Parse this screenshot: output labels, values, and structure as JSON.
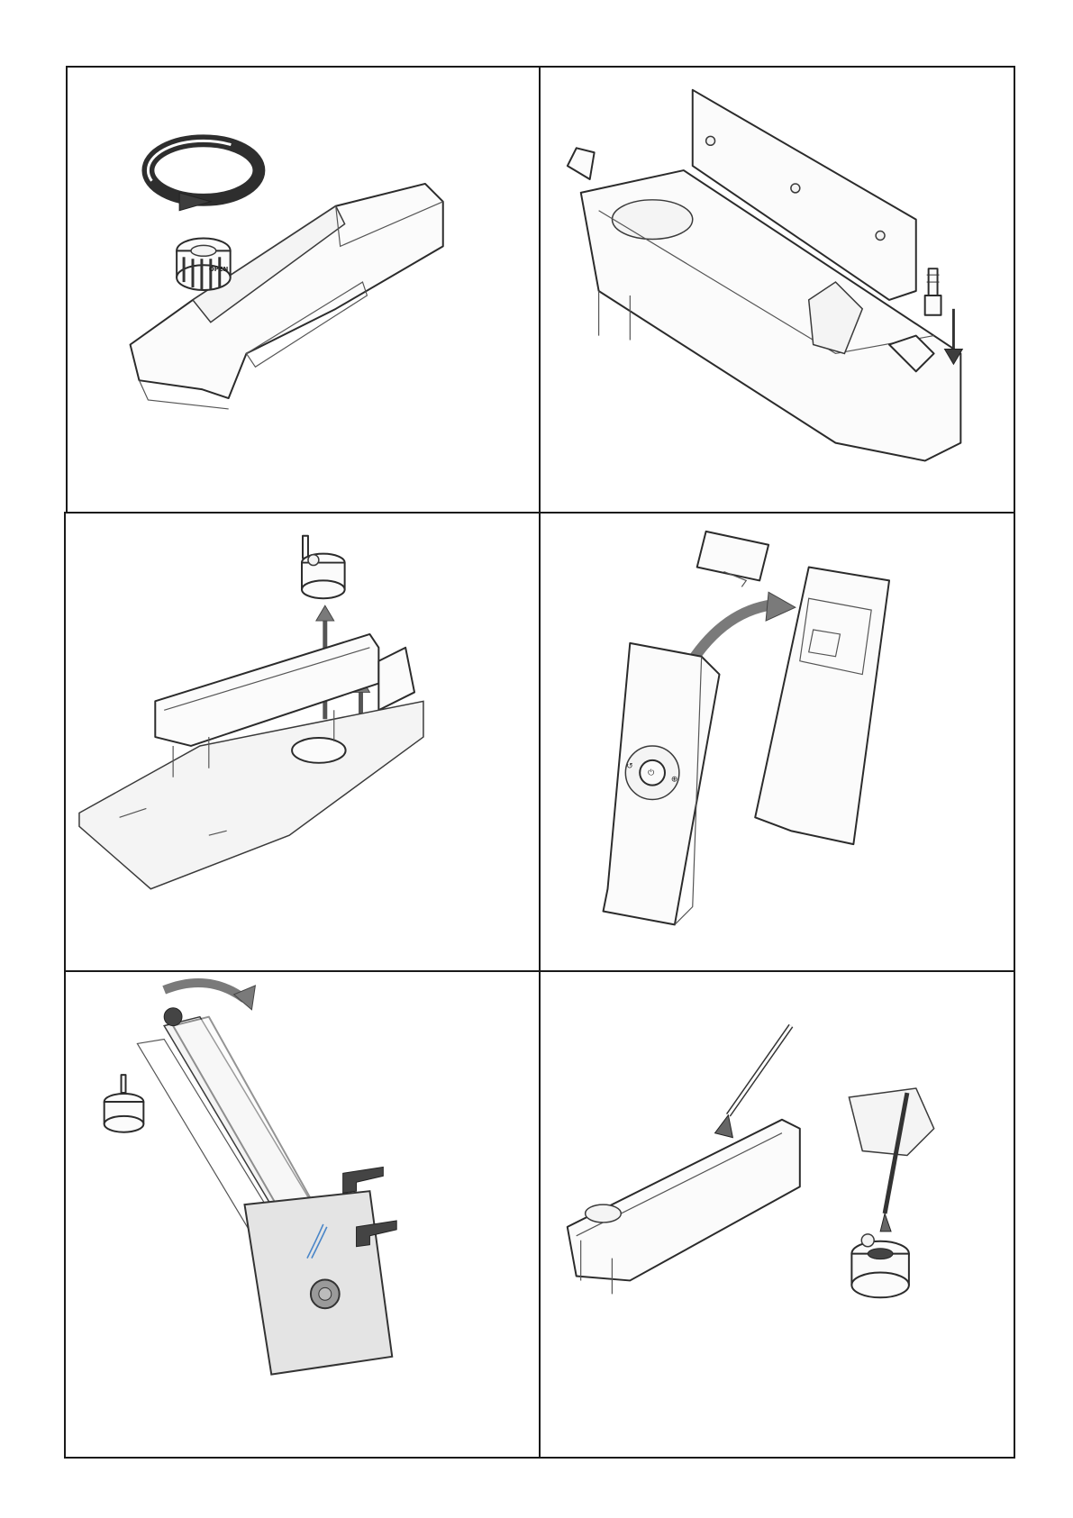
{
  "page": {
    "panels": [
      {
        "id": "step-1",
        "illustration": "water-tank-cap-rotate"
      },
      {
        "id": "step-2",
        "illustration": "open-unit-cable-insert"
      },
      {
        "id": "step-3",
        "illustration": "remove-float-from-tank"
      },
      {
        "id": "step-4",
        "illustration": "remove-front-cover"
      },
      {
        "id": "step-5",
        "illustration": "empty-tank-into-sink"
      },
      {
        "id": "step-6",
        "illustration": "brush-clean-tank-and-transducer"
      }
    ],
    "markings": {
      "cap_text": "OPEN",
      "button_left_symbol": "↺",
      "button_center_symbol": "⏻",
      "button_right_symbol": "⊕"
    }
  },
  "colors": {
    "line": "#2b2b2b",
    "arrow": "#3d3d3d",
    "water": "#4a86c8",
    "sink": "#e4e4e4"
  }
}
